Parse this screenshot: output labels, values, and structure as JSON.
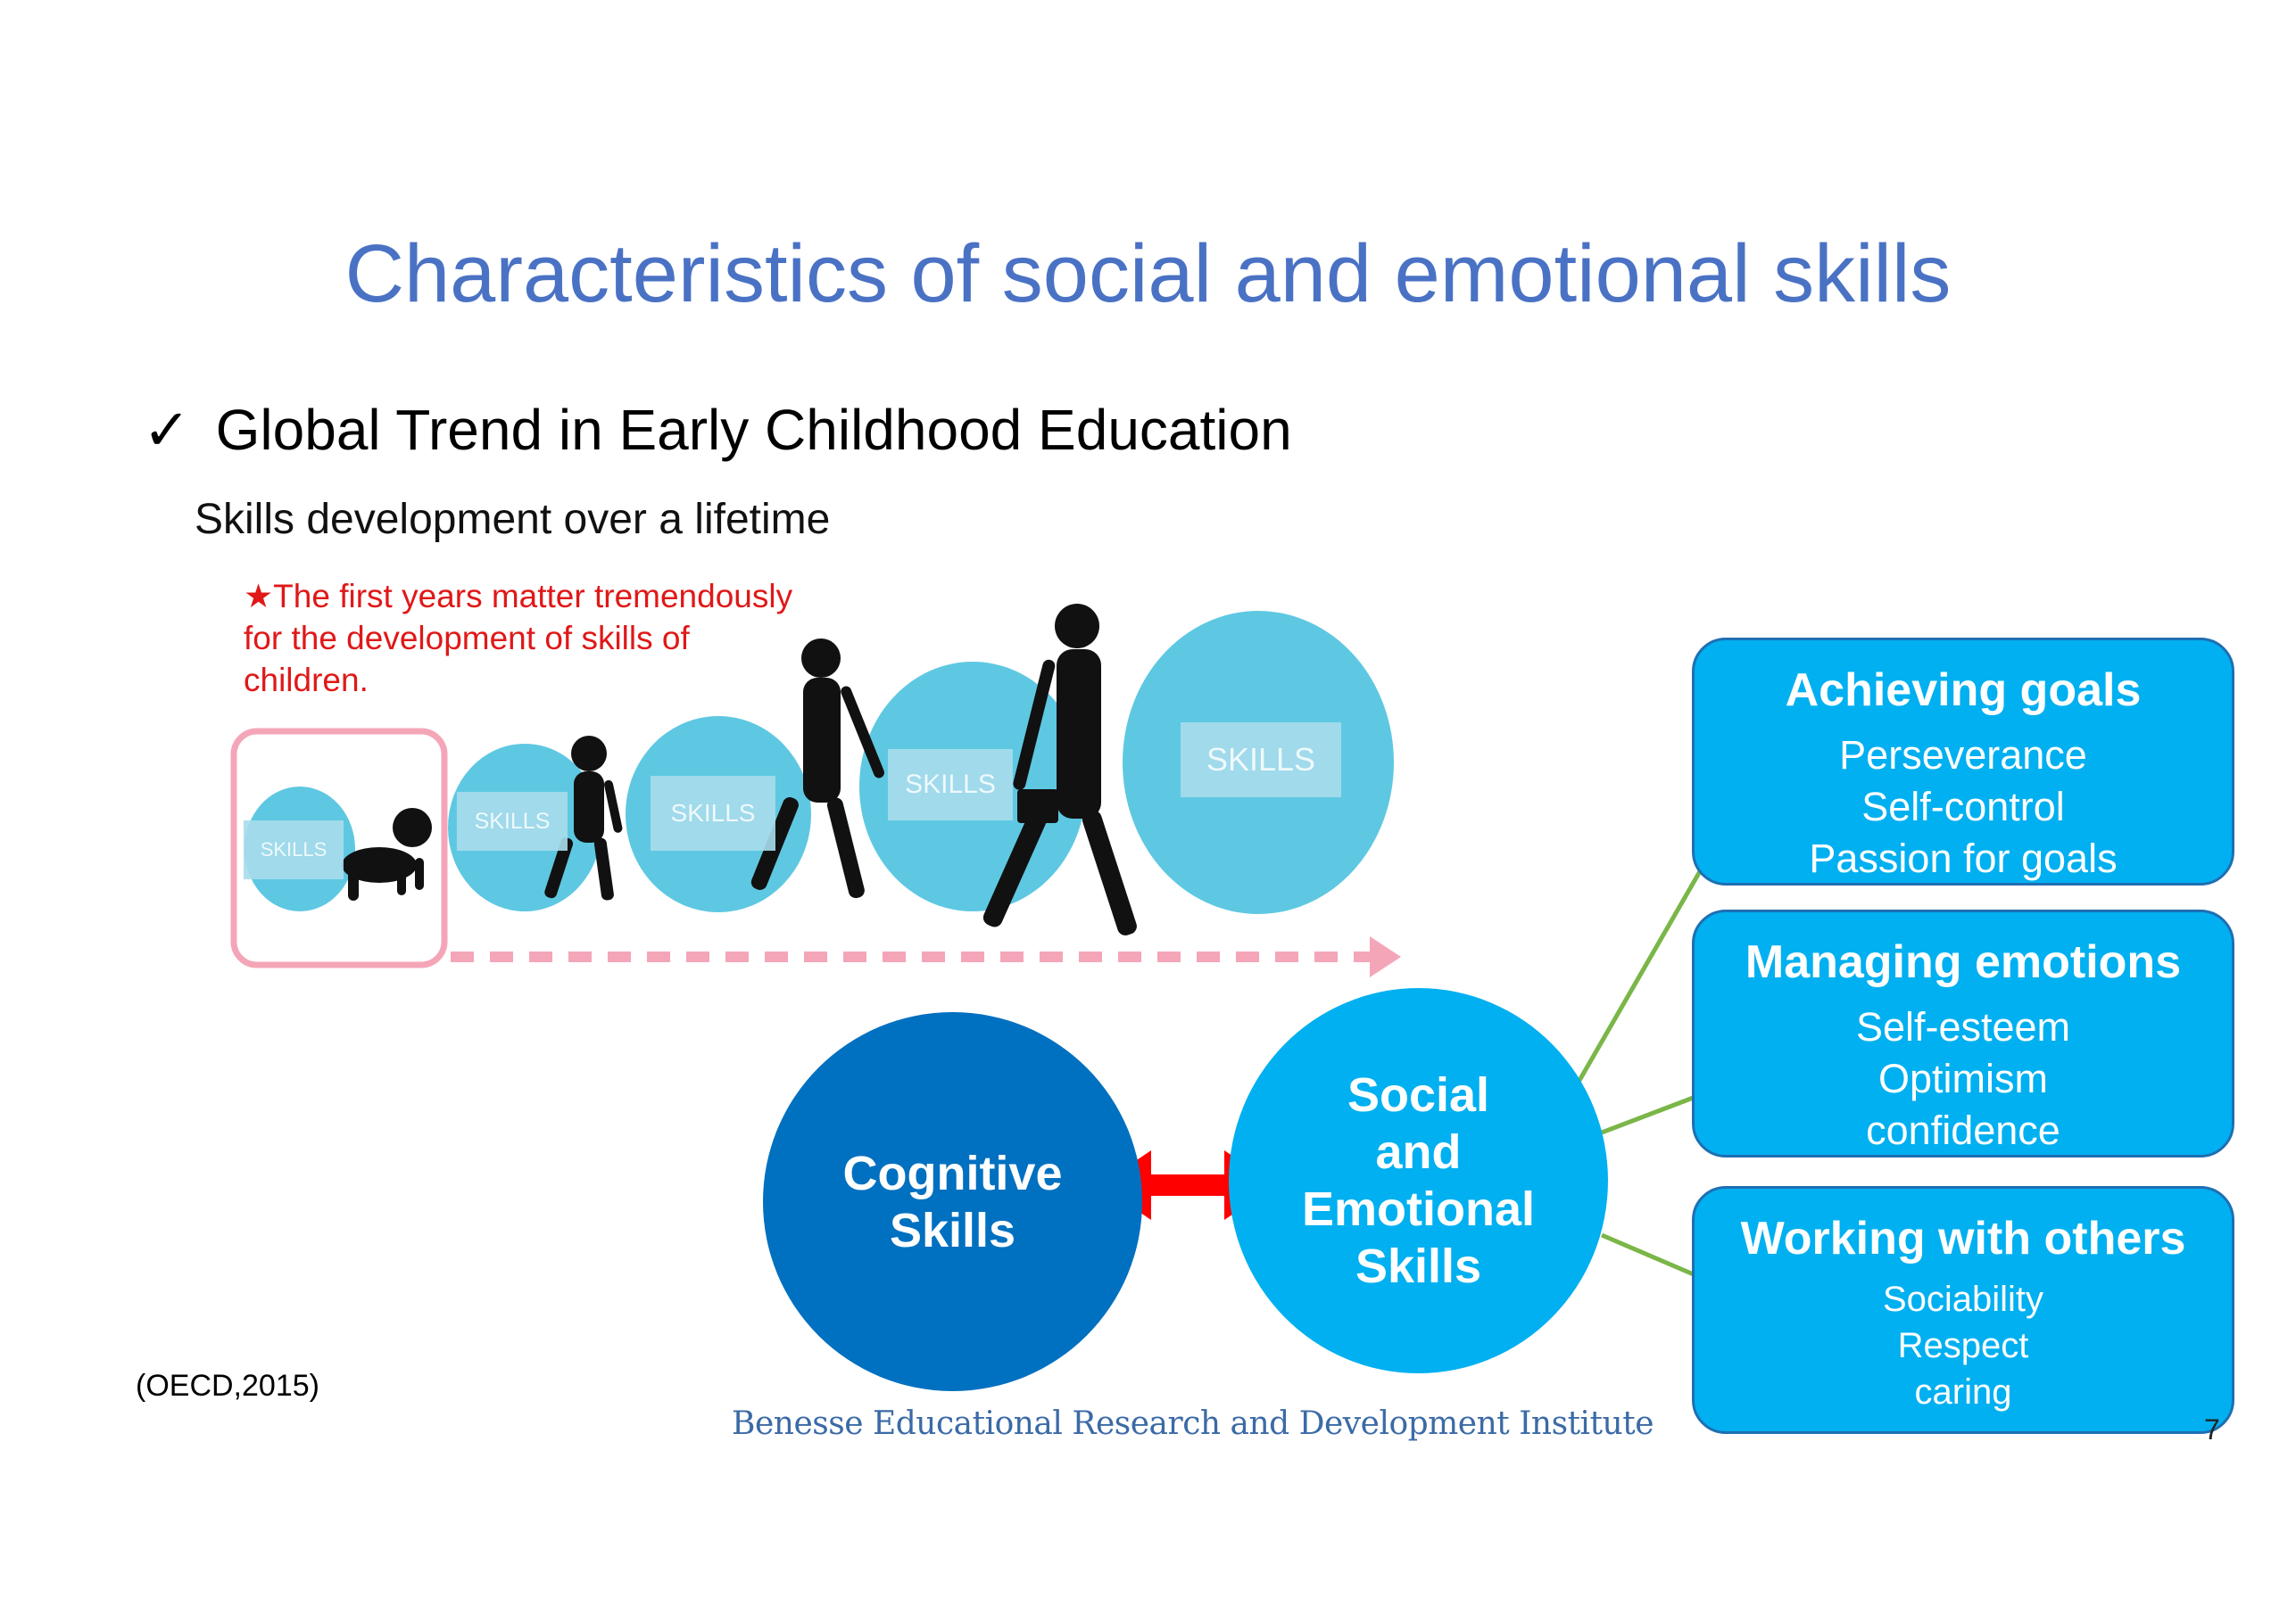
{
  "title": "Characteristics of social and emotional skills",
  "bullet": {
    "check": "✓",
    "text": "Global Trend in Early Childhood Education"
  },
  "subtitle": "Skills development over a lifetime",
  "note": {
    "star": "★",
    "text": "The first years matter tremendously for the development of skills of children."
  },
  "skills_label": "SKILLS",
  "circles": {
    "cognitive": [
      "Cognitive",
      "Skills"
    ],
    "social": [
      "Social",
      "and",
      "Emotional",
      "Skills"
    ]
  },
  "boxes": [
    {
      "title": "Achieving goals",
      "items": [
        "Perseverance",
        "Self-control",
        "Passion for goals"
      ]
    },
    {
      "title": "Managing emotions",
      "items": [
        "Self-esteem",
        "Optimism",
        "confidence"
      ]
    },
    {
      "title": "Working with others",
      "items": [
        "Sociability",
        "Respect",
        "caring"
      ]
    }
  ],
  "source": "(OECD,2015)",
  "footer": "Benesse Educational Research and Development Institute",
  "page_number": "7",
  "colors": {
    "title": "#4a72c4",
    "note": "#e01818",
    "cognitive": "#0070c0",
    "social": "#00b0f0",
    "lifetime_circle": "#5ec8e2",
    "connector": "#7ab648",
    "arrow": "#ff0000",
    "dashed_arrow": "#f4a6b8"
  }
}
